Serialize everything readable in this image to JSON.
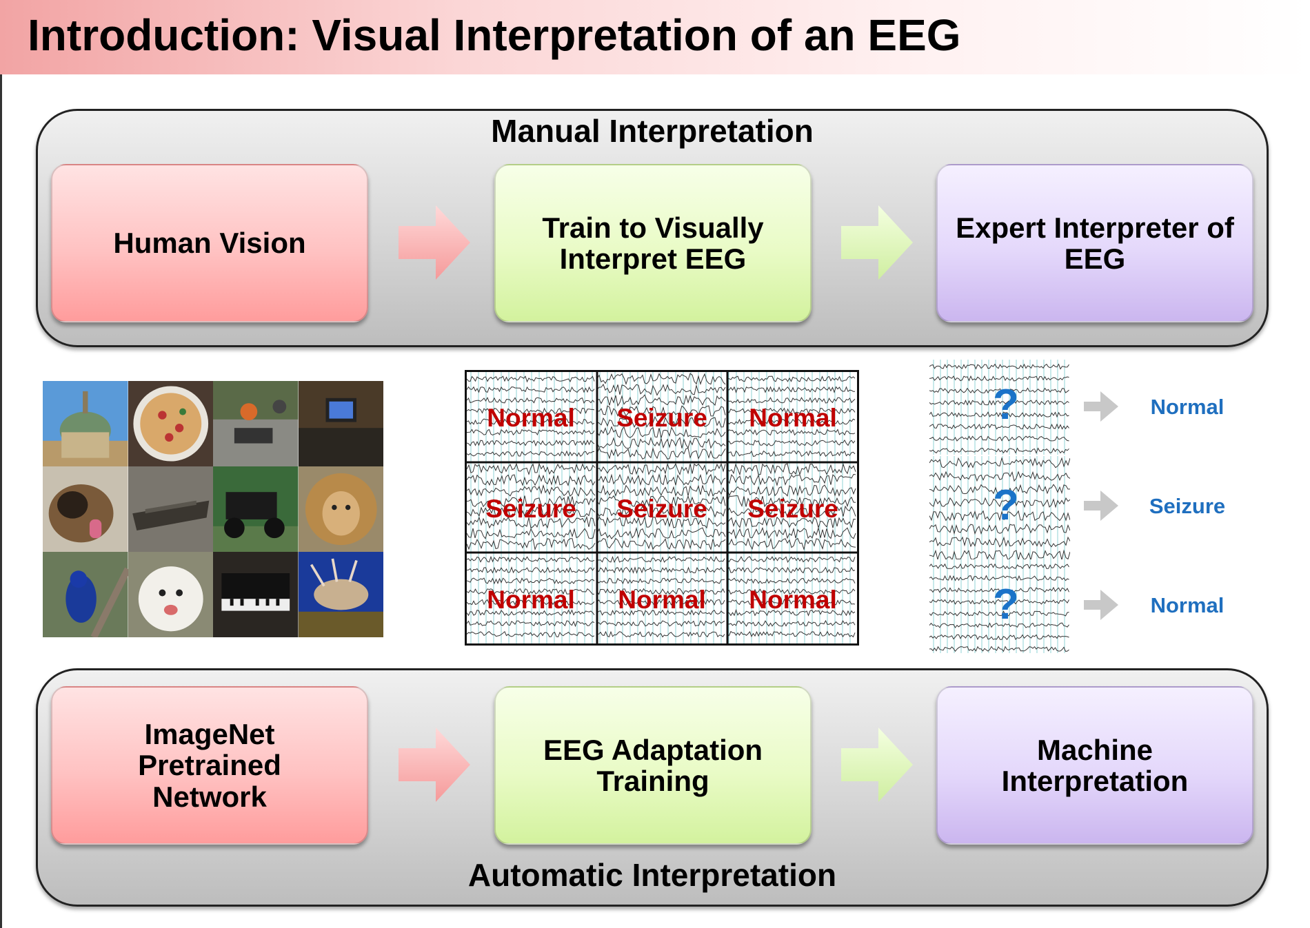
{
  "title": "Introduction: Visual Interpretation of an EEG",
  "manual": {
    "label": "Manual Interpretation",
    "steps": [
      "Human Vision",
      "Train to Visually\nInterpret EEG",
      "Expert Interpreter of\nEEG"
    ]
  },
  "automatic": {
    "label": "Automatic Interpretation",
    "steps": [
      "ImageNet\nPretrained\nNetwork",
      "EEG Adaptation\nTraining",
      "Machine\nInterpretation"
    ]
  },
  "imagenet_photos": [
    "dome",
    "pizza",
    "go-kart",
    "desk-tv",
    "german-shepherd",
    "ship",
    "vintage-car",
    "lion",
    "blue-bird",
    "samoyed",
    "piano",
    "lionfish"
  ],
  "eeg_grid": [
    [
      "Normal",
      "Seizure",
      "Normal"
    ],
    [
      "Seizure",
      "Seizure",
      "Seizure"
    ],
    [
      "Normal",
      "Normal",
      "Normal"
    ]
  ],
  "unknown": {
    "mark": "?",
    "results": [
      "Normal",
      "Seizure",
      "Normal"
    ]
  },
  "colors": {
    "label_red": "#c00000",
    "result_blue": "#1f6fbf",
    "grid_line": "#8fd3d6"
  }
}
